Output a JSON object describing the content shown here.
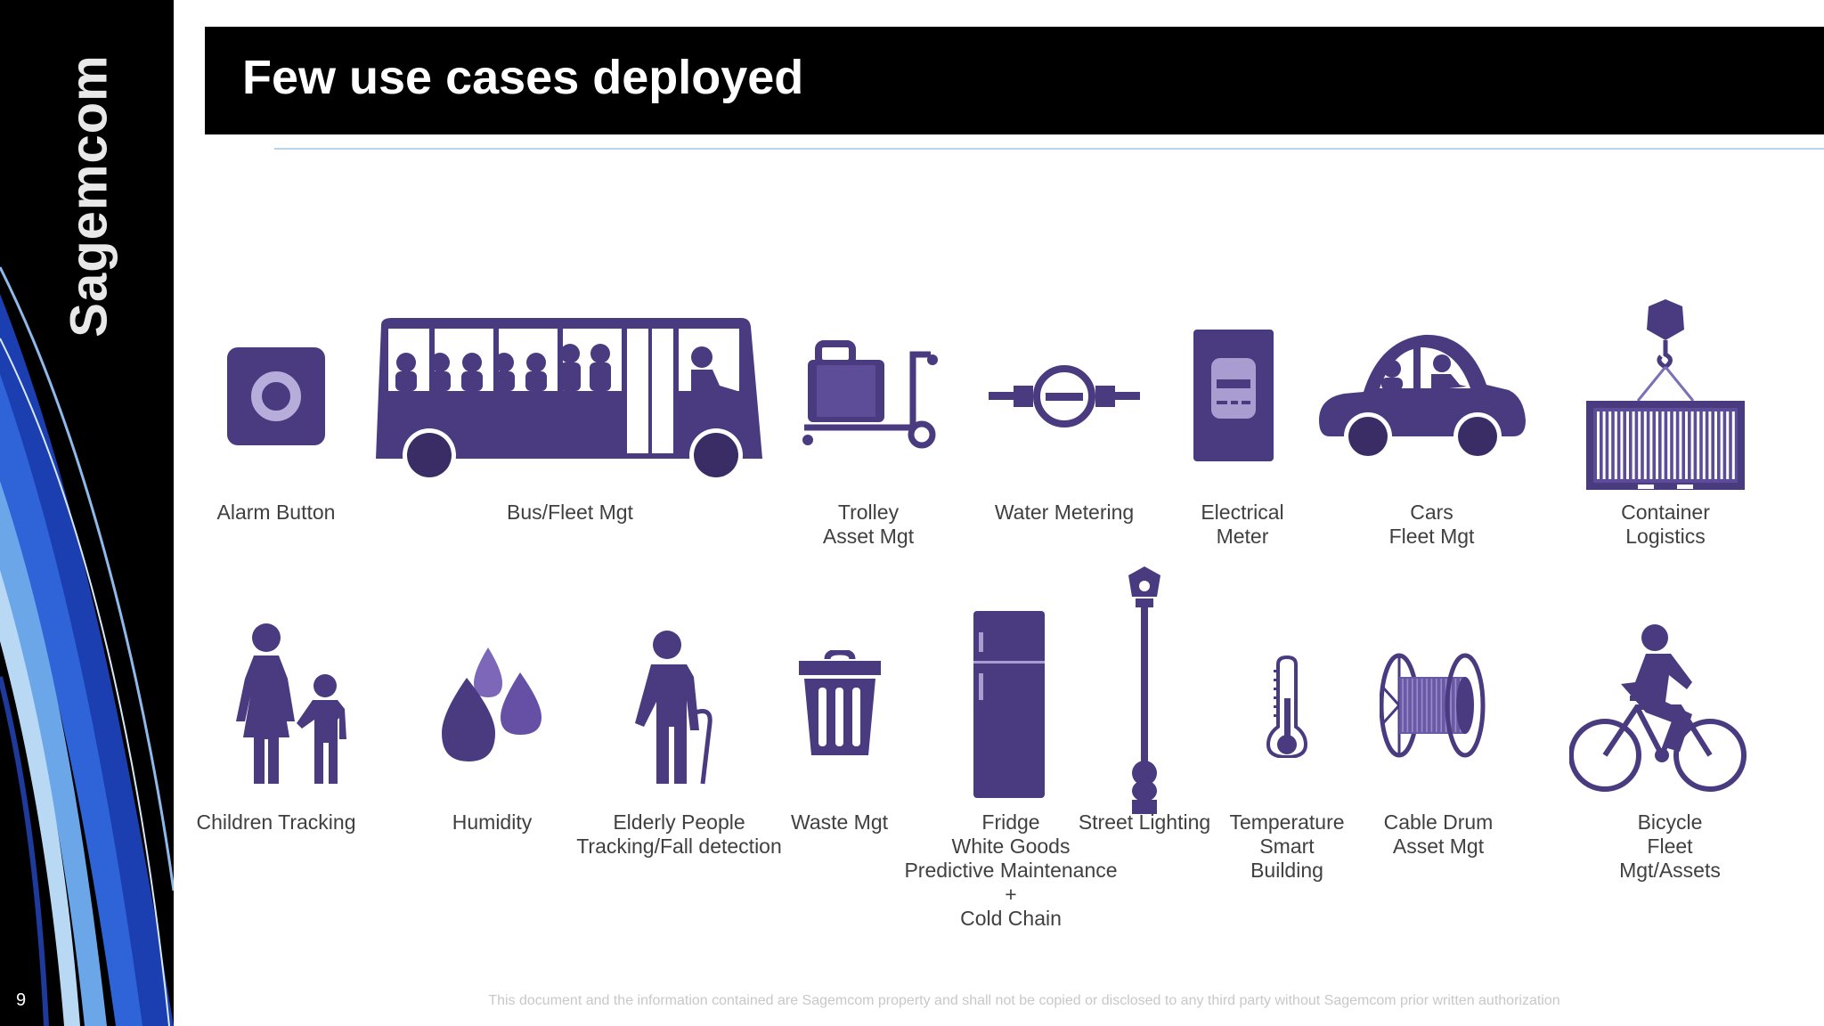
{
  "brand": "Sagemcom",
  "page_number": "9",
  "title": "Few use cases deployed",
  "colors": {
    "icon": "#4a3a80",
    "title_bar": "#000000",
    "label": "#404040",
    "footer": "#c8c8c8"
  },
  "tiles": [
    {
      "id": "alarm",
      "icon": "alarm-button-icon",
      "label": [
        "Alarm Button"
      ]
    },
    {
      "id": "bus",
      "icon": "bus-icon",
      "label": [
        "Bus/Fleet Mgt"
      ]
    },
    {
      "id": "trolley",
      "icon": "trolley-luggage-icon",
      "label": [
        "Trolley",
        "Asset Mgt"
      ]
    },
    {
      "id": "water",
      "icon": "water-meter-icon",
      "label": [
        "Water Metering"
      ]
    },
    {
      "id": "meter",
      "icon": "electrical-meter-icon",
      "label": [
        "Electrical",
        "Meter"
      ]
    },
    {
      "id": "cars",
      "icon": "car-icon",
      "label": [
        "Cars",
        "Fleet Mgt"
      ]
    },
    {
      "id": "container",
      "icon": "container-crane-icon",
      "label": [
        "Container",
        "Logistics"
      ]
    },
    {
      "id": "children",
      "icon": "adult-child-icon",
      "label": [
        "Children Tracking"
      ]
    },
    {
      "id": "humidity",
      "icon": "water-drops-icon",
      "label": [
        "Humidity"
      ]
    },
    {
      "id": "elderly",
      "icon": "elderly-person-cane-icon",
      "label": [
        "Elderly People",
        "Tracking/Fall detection"
      ]
    },
    {
      "id": "waste",
      "icon": "trash-bin-icon",
      "label": [
        "Waste Mgt"
      ]
    },
    {
      "id": "fridge",
      "icon": "fridge-icon",
      "label": [
        "Fridge",
        "White Goods",
        "Predictive Maintenance",
        "+",
        "Cold Chain"
      ]
    },
    {
      "id": "street",
      "icon": "street-lamp-icon",
      "label": [
        "Street Lighting"
      ]
    },
    {
      "id": "temperature",
      "icon": "thermometer-icon",
      "label": [
        "Temperature",
        "Smart",
        "Building"
      ]
    },
    {
      "id": "cable",
      "icon": "cable-drum-icon",
      "label": [
        "Cable Drum",
        "Asset Mgt"
      ]
    },
    {
      "id": "bicycle",
      "icon": "bicycle-rider-icon",
      "label": [
        "Bicycle",
        "Fleet",
        "Mgt/Assets"
      ]
    }
  ],
  "footer": "This document and the information contained are Sagemcom property and shall not be copied or disclosed to any third party without Sagemcom prior written authorization"
}
